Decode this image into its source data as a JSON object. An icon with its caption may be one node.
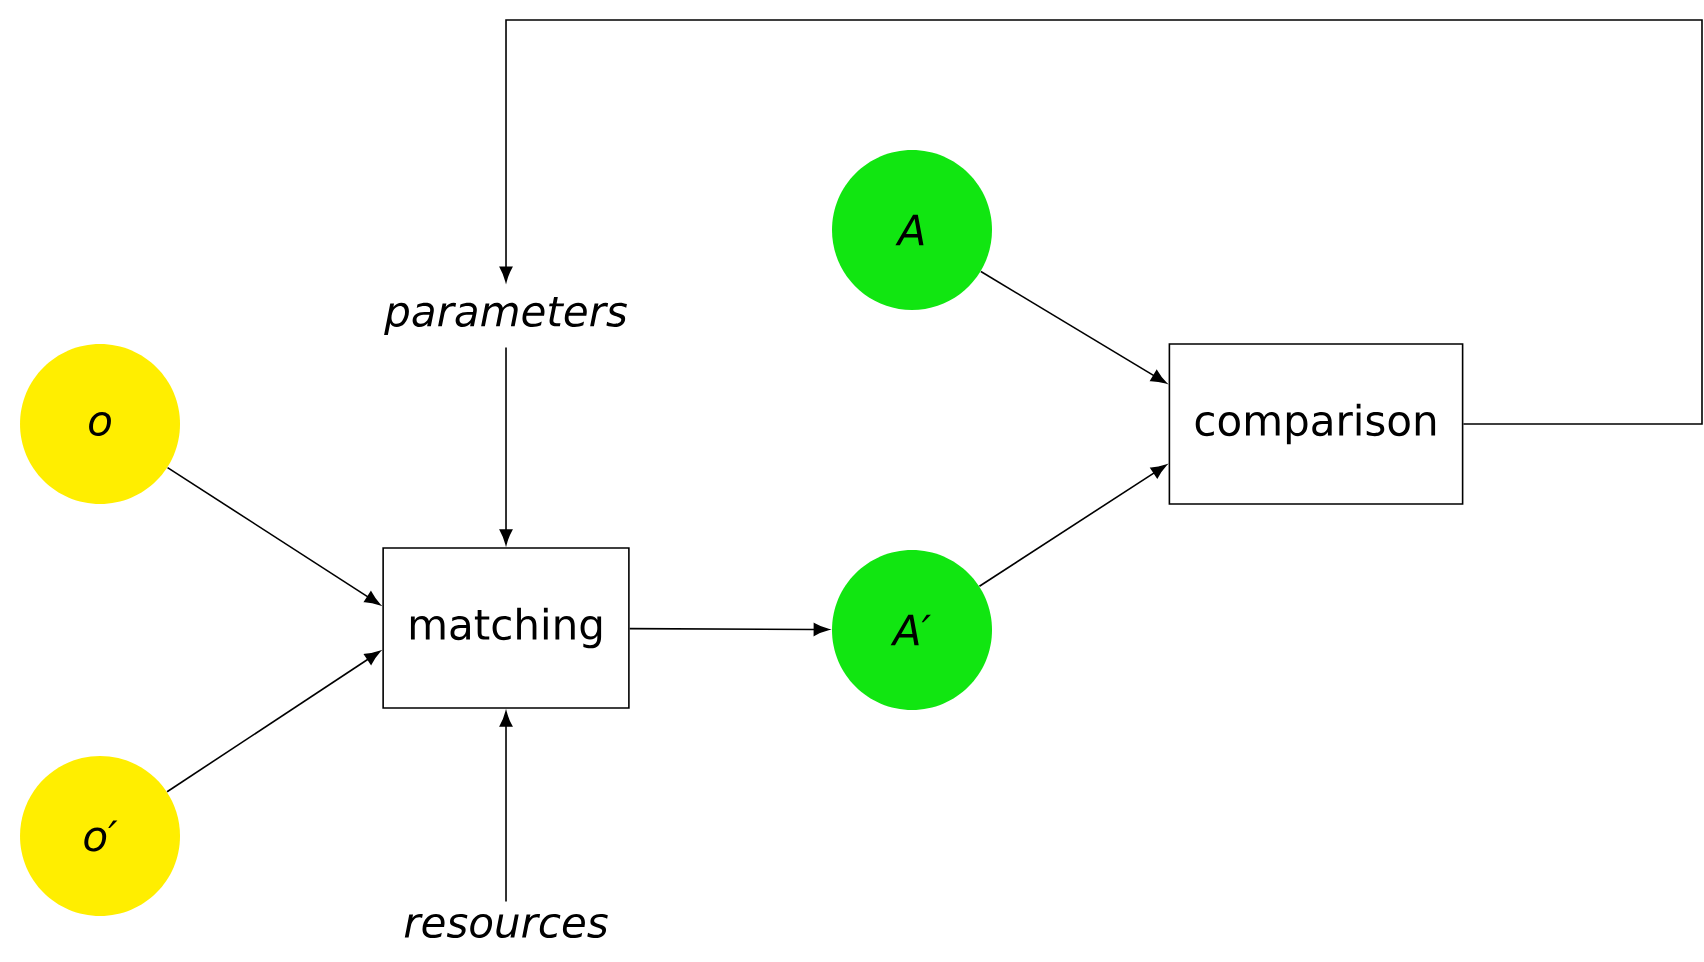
{
  "diagram": {
    "nodes": [
      {
        "text": [
          "o"
        ]
      },
      {
        "text": [
          "o′"
        ]
      },
      {
        "text": [
          "parameters"
        ]
      },
      {
        "text": [
          "matching"
        ]
      },
      {
        "text": [
          "resources"
        ]
      },
      {
        "text": [
          "A"
        ]
      },
      {
        "text": [
          "A′"
        ]
      },
      {
        "text": [
          "comparison"
        ]
      }
    ],
    "edges": [
      {
        "from": 0,
        "to": 3,
        "arrow": "to"
      },
      {
        "from": 1,
        "to": 3,
        "arrow": "to"
      },
      {
        "from": 2,
        "to": 3,
        "arrow": "to"
      },
      {
        "from": 4,
        "to": 3,
        "arrow": "to"
      },
      {
        "from": 3,
        "to": 6,
        "arrow": "to"
      },
      {
        "from": 5,
        "to": 7,
        "arrow": "to"
      },
      {
        "from": 6,
        "to": 7,
        "arrow": "to"
      },
      {
        "from": 7,
        "to": 2,
        "arrow": "to"
      }
    ]
  }
}
